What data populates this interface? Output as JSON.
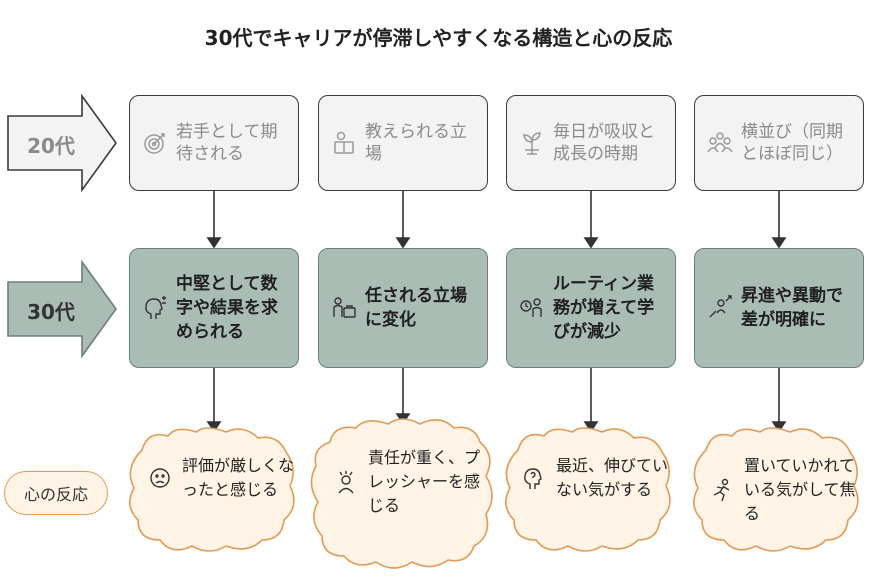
{
  "title": "30代でキャリアが停滞しやすくなる構造と心の反応",
  "rows": {
    "row1_label": "20代",
    "row2_label": "30代",
    "row3_label": "心の反応"
  },
  "colors": {
    "row1_fill": "#f3f3f3",
    "row2_fill": "#a9bdb5",
    "row3_fill": "#fff4e6",
    "row3_stroke": "#e49a55"
  },
  "columns": [
    {
      "twenties": "若手として期待される",
      "twenties_icon": "target-icon",
      "thirties": "中堅として数字や結果を求められる",
      "thirties_icon": "head-math-icon",
      "reaction": "評価が厳しくなったと感じる",
      "reaction_icon": "worried-face-icon"
    },
    {
      "twenties": "教えられる立場",
      "twenties_icon": "teacher-icon",
      "thirties": "任される立場に変化",
      "thirties_icon": "person-briefcase-icon",
      "reaction": "責任が重く、プレッシャーを感じる",
      "reaction_icon": "stressed-person-icon"
    },
    {
      "twenties": "毎日が吸収と成長の時期",
      "twenties_icon": "sprout-icon",
      "thirties": "ルーティン業務が増えて学びが減少",
      "thirties_icon": "clock-person-icon",
      "reaction": "最近、伸びていない気がする",
      "reaction_icon": "head-question-icon"
    },
    {
      "twenties": "横並び（同期とほぼ同じ）",
      "twenties_icon": "group-icon",
      "thirties": "昇進や異動で差が明確に",
      "thirties_icon": "person-rising-icon",
      "reaction": "置いていかれている気がして焦る",
      "reaction_icon": "running-person-icon"
    }
  ]
}
